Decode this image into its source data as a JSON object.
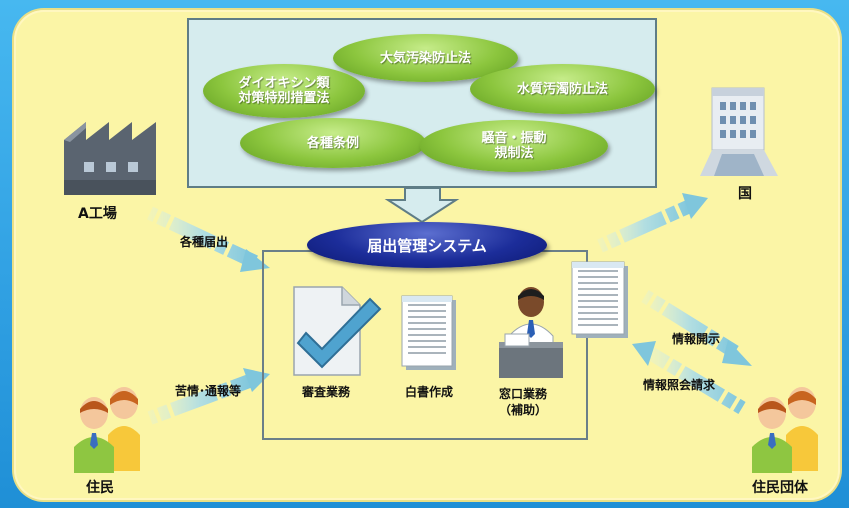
{
  "laws": {
    "air": "大気汚染防止法",
    "dioxin": "ダイオキシン類\n対策特別措置法",
    "water": "水質汚濁防止法",
    "ordinance": "各種条例",
    "noise": "騒音・振動\n規制法"
  },
  "system": {
    "title": "届出管理システム"
  },
  "actors": {
    "factory": "A工場",
    "country": "国",
    "residents": "住民",
    "resident_groups": "住民団体"
  },
  "flows": {
    "notifications": "各種届出",
    "complaints": "苦情･通報等",
    "disclosure": "情報開示",
    "request": "情報照会請求"
  },
  "tasks": {
    "review": "審査業務",
    "whitepaper": "白書作成",
    "counter": "窓口業務\n（補助）"
  },
  "colors": {
    "background": "#2f9fe2",
    "board": "#fbf5a6",
    "law_pill": "#8cc63e",
    "system_pill": "#1c2d9a",
    "arrow": "#a9dbe8"
  }
}
